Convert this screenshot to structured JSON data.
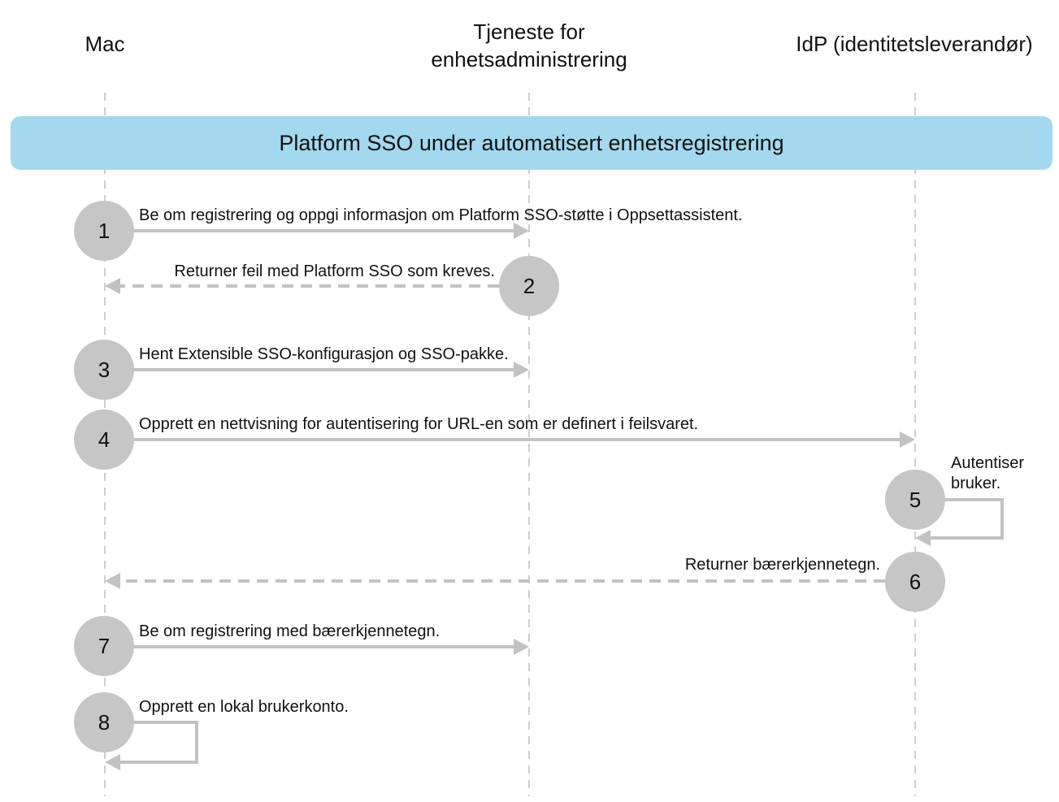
{
  "actors": {
    "mac": {
      "label": "Mac"
    },
    "service": {
      "label_line1": "Tjeneste for",
      "label_line2": "enhetsadministrering"
    },
    "idp": {
      "label": "IdP (identitetsleverandør)"
    }
  },
  "banner": {
    "title": "Platform SSO under automatisert enhetsregistrering",
    "color": "#a3d8ef"
  },
  "colors": {
    "arrow": "#c2c2c2",
    "step_circle": "#c6c6c6",
    "lifeline": "#bdbdbd"
  },
  "steps": [
    {
      "number": "1",
      "text": "Be om registrering og oppgi informasjon om Platform SSO-støtte i Oppsettassistent.",
      "from": "Mac",
      "to": "Tjeneste for enhetsadministrering",
      "style": "solid"
    },
    {
      "number": "2",
      "text": "Returner feil med Platform SSO som kreves.",
      "from": "Tjeneste for enhetsadministrering",
      "to": "Mac",
      "style": "dashed"
    },
    {
      "number": "3",
      "text": "Hent Extensible SSO-konfigurasjon og SSO-pakke.",
      "from": "Mac",
      "to": "Tjeneste for enhetsadministrering",
      "style": "solid"
    },
    {
      "number": "4",
      "text": "Opprett en nettvisning for autentisering for URL-en som er definert i feilsvaret.",
      "from": "Mac",
      "to": "IdP (identitetsleverandør)",
      "style": "solid"
    },
    {
      "number": "5",
      "text_line1": "Autentiser",
      "text_line2": "bruker.",
      "from": "IdP (identitetsleverandør)",
      "to": "IdP (identitetsleverandør)",
      "style": "self"
    },
    {
      "number": "6",
      "text": "Returner bærerkjennetegn.",
      "from": "IdP (identitetsleverandør)",
      "to": "Mac",
      "style": "dashed"
    },
    {
      "number": "7",
      "text": "Be om registrering med bærerkjennetegn.",
      "from": "Mac",
      "to": "Tjeneste for enhetsadministrering",
      "style": "solid"
    },
    {
      "number": "8",
      "text": "Opprett en lokal brukerkonto.",
      "from": "Mac",
      "to": "Mac",
      "style": "self"
    }
  ]
}
